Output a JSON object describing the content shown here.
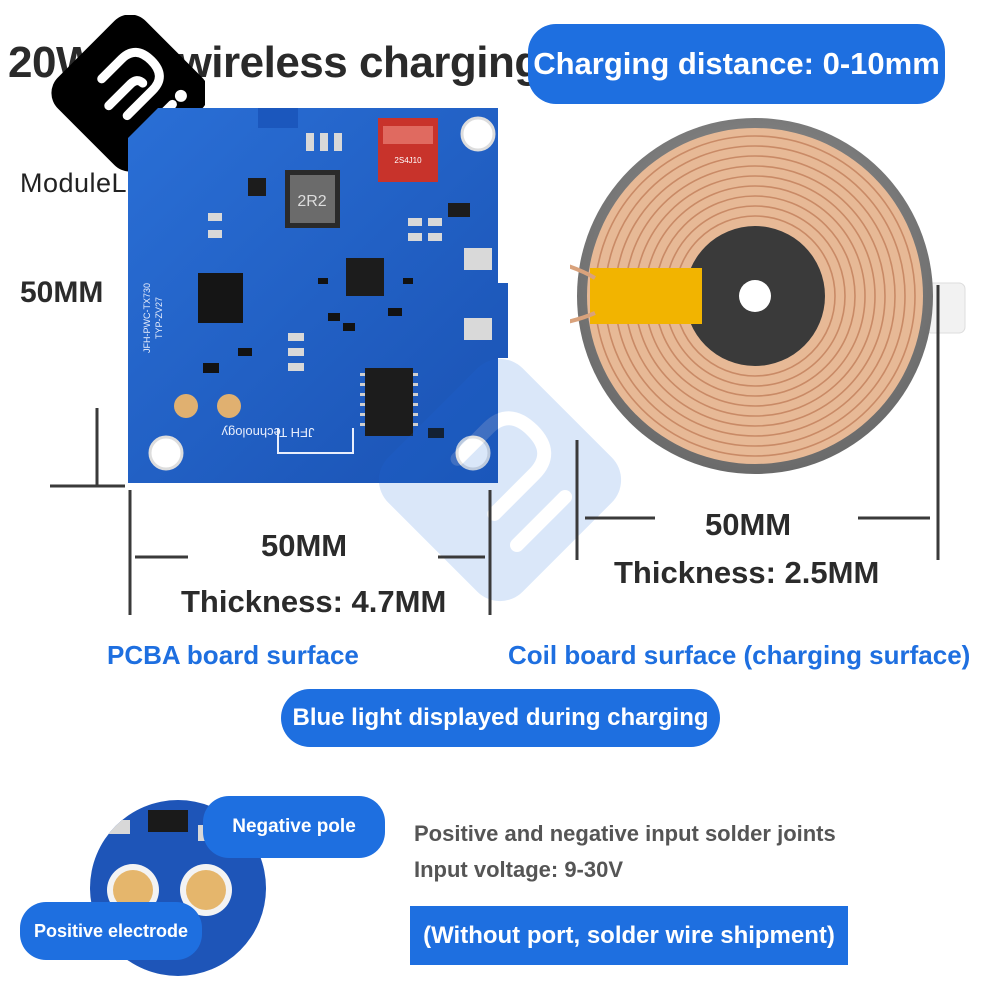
{
  "header": {
    "title": "20W for wireless charging",
    "distance_badge": "Charging distance: 0-10mm"
  },
  "brand": {
    "logo_text": "ModuleLive"
  },
  "pcba": {
    "height_label": "50MM",
    "width_label": "50MM",
    "thickness_label": "Thickness: 4.7MM",
    "surface_label": "PCBA board surface",
    "silk_model": "JFH-PWC-TX730",
    "silk_type": "TYP-ZV27",
    "silk_company": "JFH Technology",
    "inductor_code": "2R2",
    "capacitor_code": "2S4J10"
  },
  "coil": {
    "width_label": "50MM",
    "thickness_label": "Thickness: 2.5MM",
    "surface_label": "Coil board surface (charging surface)"
  },
  "indicator": {
    "label": "Blue light displayed during charging"
  },
  "solder": {
    "negative_label": "Negative pole",
    "positive_label": "Positive electrode",
    "joints_text": "Positive and negative input solder joints",
    "voltage_text": "Input voltage: 9-30V",
    "shipment_note": "(Without port, solder wire shipment)"
  },
  "colors": {
    "accent_blue": "#1e6fe0",
    "pcb_blue": "#1f5fc7",
    "coil_copper": "#d9a27c",
    "ferrite_grey": "#3b3b3b"
  }
}
